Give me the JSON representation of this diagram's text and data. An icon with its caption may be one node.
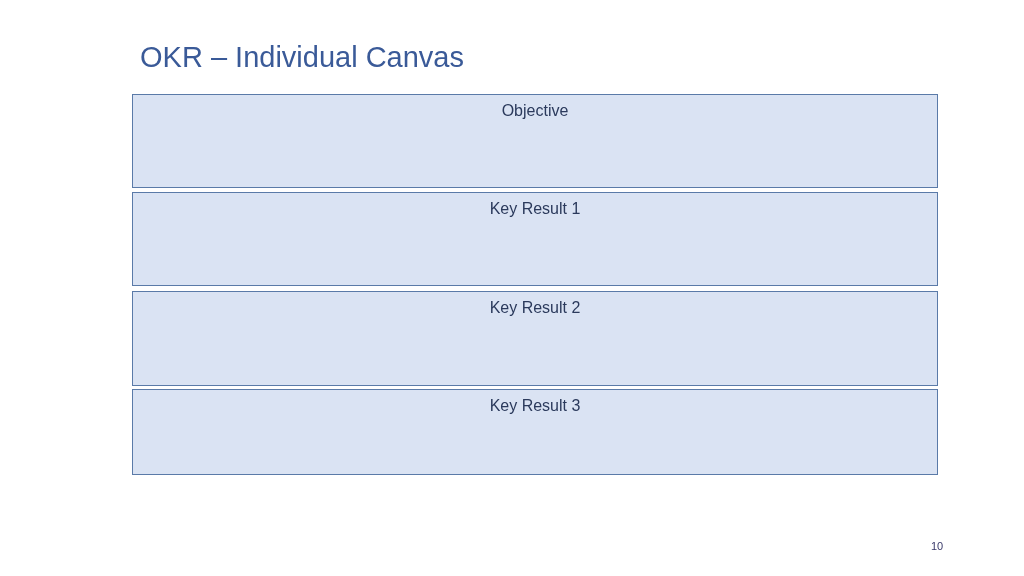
{
  "diagram": {
    "title": "OKR – Individual Canvas",
    "nodes": [
      {
        "text": [
          "Objective"
        ]
      },
      {
        "text": [
          "Key Result 1"
        ]
      },
      {
        "text": [
          "Key Result 2"
        ]
      },
      {
        "text": [
          "Key Result 3"
        ]
      }
    ],
    "labels": [
      "10"
    ]
  }
}
